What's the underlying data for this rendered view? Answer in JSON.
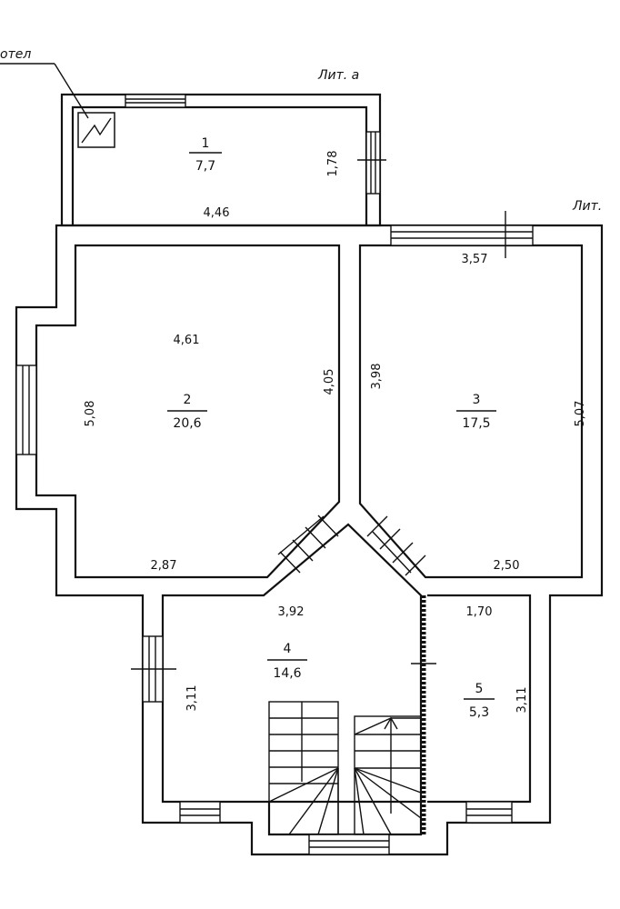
{
  "labels": {
    "boiler": "отел",
    "lit_a": "Лит. а",
    "lit": "Лит."
  },
  "rooms": [
    {
      "number": "1",
      "area": "7,7"
    },
    {
      "number": "2",
      "area": "20,6"
    },
    {
      "number": "3",
      "area": "17,5"
    },
    {
      "number": "4",
      "area": "14,6"
    },
    {
      "number": "5",
      "area": "5,3"
    }
  ],
  "dims": {
    "r1_h": "1,78",
    "r1_w": "4,46",
    "r3_top": "3,57",
    "r2_top": "4,61",
    "r2_right": "4,05",
    "r3_left": "3,98",
    "r2_left": "5,08",
    "r3_right": "5,07",
    "r2_bottom": "2,87",
    "r3_bottom": "2,50",
    "r4_top": "3,92",
    "r5_top": "1,70",
    "r4_left": "3,11",
    "r5_right": "3,11"
  }
}
